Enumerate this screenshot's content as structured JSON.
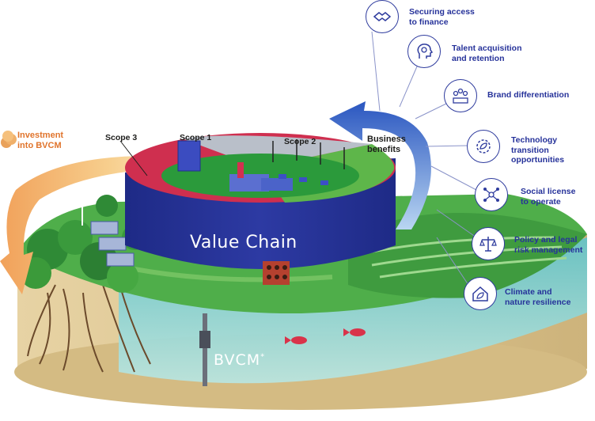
{
  "scopes": {
    "scope1": "Scope 1",
    "scope2": "Scope 2",
    "scope3": "Scope 3"
  },
  "value_chain": "Value Chain",
  "bvcm": {
    "text": "BVCM",
    "mark": "*"
  },
  "investment": "Investment\ninto BVCM",
  "business_benefits": "Business\nbenefits",
  "benefits": [
    {
      "label": "Securing access\nto finance",
      "icon": "handshake-icon"
    },
    {
      "label": "Talent acquisition\nand retention",
      "icon": "head-gear-icon"
    },
    {
      "label": "Brand differentiation",
      "icon": "people-podium-icon"
    },
    {
      "label": "Technology transition\nopportunities",
      "icon": "gear-leaf-icon"
    },
    {
      "label": "Social license\nto operate",
      "icon": "community-network-icon"
    },
    {
      "label": "Policy and legal\nrisk management",
      "icon": "scales-icon"
    },
    {
      "label": "Climate and\nnature resilience",
      "icon": "home-leaf-icon"
    }
  ],
  "colors": {
    "accent": "#2f3c9e",
    "investment": "#e0742c",
    "cylinder": "#25308f",
    "ring": "#d43050",
    "water": "#8fd6d8",
    "soil": "#dcc694"
  }
}
